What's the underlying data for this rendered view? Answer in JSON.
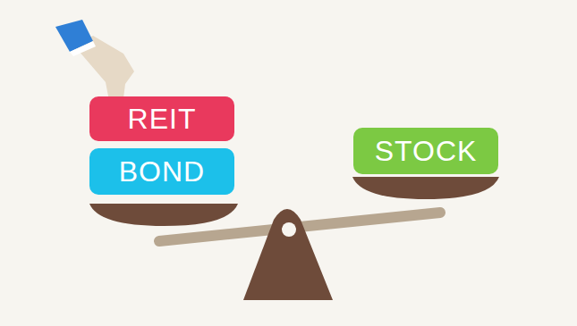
{
  "diagram": {
    "nodes": [
      {
        "text": [
          "REIT"
        ]
      },
      {
        "text": [
          "BOND"
        ]
      },
      {
        "text": [
          "STOCK"
        ]
      }
    ]
  }
}
